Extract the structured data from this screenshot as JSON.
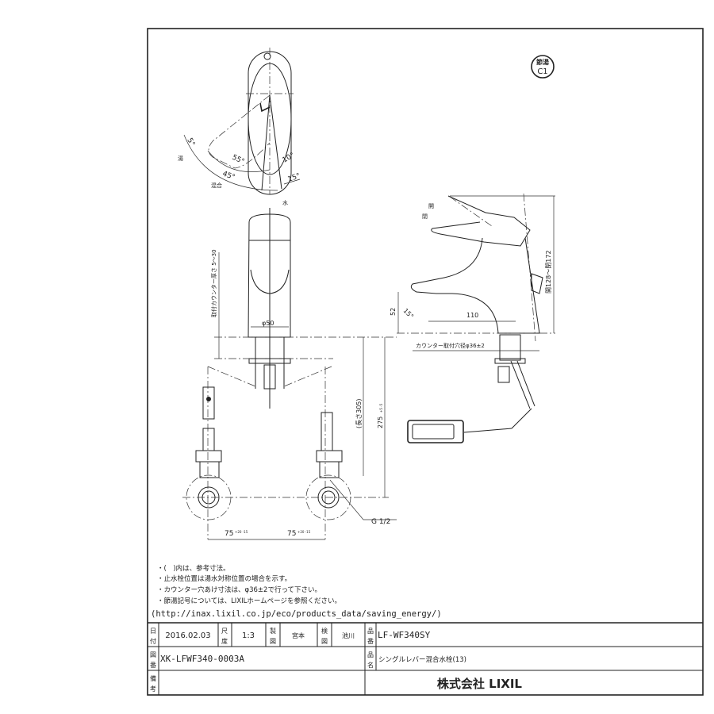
{
  "badge": {
    "top": "節湯",
    "bottom": "C1"
  },
  "top_view": {
    "angle_5": "5°",
    "angle_55": "55°",
    "angle_45": "45°",
    "angle_10": "10°",
    "angle_15": "15°",
    "hot": "湯",
    "mix": "混合",
    "cold": "水"
  },
  "front_view": {
    "counter_thickness": "取付カウンター厚さ 5～30",
    "diameter": "φ50",
    "hose_length": "(長さ305)",
    "height_275": "275",
    "height_275_tol": "+5 -5",
    "thread": "G 1/2",
    "pitch_left": "75",
    "pitch_right": "75",
    "pitch_tol": "+20 -15"
  },
  "side_view": {
    "open": "開",
    "close": "閉",
    "height": "開128～閉172",
    "spout_height": "52",
    "spout_angle": "15°",
    "reach": "110",
    "counter_hole": "カウンター取付穴径φ36±2"
  },
  "notes": [
    "・(　)内は、参考寸法。",
    "・止水栓位置は湯水対称位置の場合を示す。",
    "・カウンター穴あけ寸法は、φ36±2で行って下さい。",
    "・節湯記号については、LIXILホームページを参照ください。",
    "(http://inax.lixil.co.jp/eco/products_data/saving_energy/)"
  ],
  "title_block": {
    "date_label": [
      "日",
      "付"
    ],
    "date": "2016.02.03",
    "scale_label": [
      "尺",
      "度"
    ],
    "scale": "1:3",
    "drawn_label": [
      "製",
      "図"
    ],
    "drawn_by": "宮本",
    "checked_label": [
      "検",
      "図"
    ],
    "checked_by": "池川",
    "product_no_label": [
      "品",
      "番"
    ],
    "product_no": "LF-WF340SY",
    "drawing_no_label": [
      "図",
      "番"
    ],
    "drawing_no": "XK-LFWF340-0003A",
    "product_name_label": [
      "品",
      "名"
    ],
    "product_name": "シングルレバー混合水栓(13)",
    "remarks_label": [
      "備",
      "考"
    ],
    "company": "株式会社 LIXIL"
  }
}
